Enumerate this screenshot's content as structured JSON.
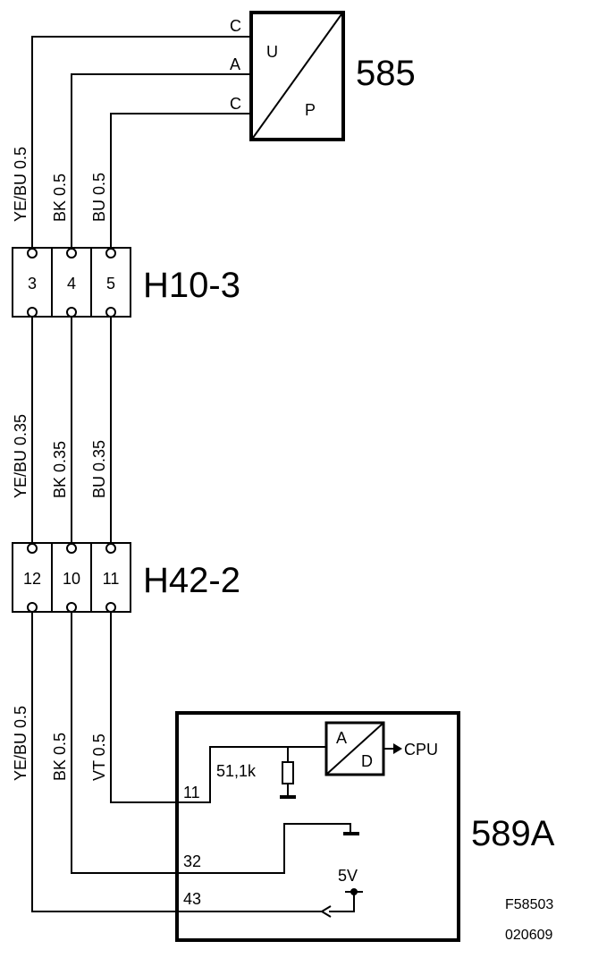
{
  "components": {
    "c585": {
      "label": "585",
      "top_letter": "U",
      "bottom_letter": "P",
      "pins": [
        "C",
        "A",
        "C"
      ]
    },
    "h10": {
      "label": "H10-3",
      "pins": [
        "3",
        "4",
        "5"
      ]
    },
    "h42": {
      "label": "H42-2",
      "pins": [
        "12",
        "10",
        "11"
      ]
    },
    "c589": {
      "label": "589A",
      "pins": [
        "11",
        "32",
        "43"
      ],
      "resistor": "51,1k",
      "adc_top": "A",
      "adc_bottom": "D",
      "cpu": "CPU",
      "supply": "5V",
      "ref_code": "F58503",
      "date_code": "020609"
    }
  },
  "wires": {
    "upper": [
      "YE/BU  0.5",
      "BK  0.5",
      "BU  0.5"
    ],
    "middle": [
      "YE/BU  0.35",
      "BK  0.35",
      "BU  0.35"
    ],
    "lower": [
      "YE/BU  0.5",
      "BK  0.5",
      "VT  0.5"
    ]
  }
}
